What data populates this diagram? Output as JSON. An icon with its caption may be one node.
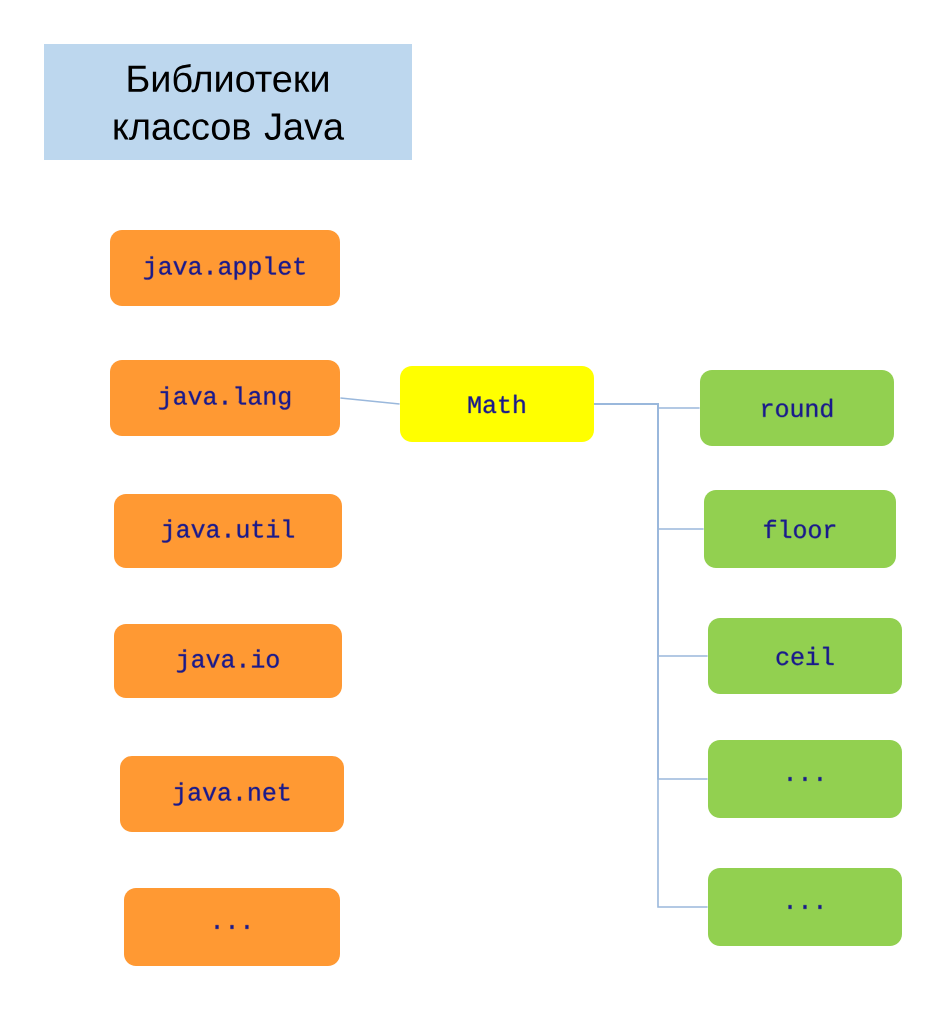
{
  "diagram": {
    "nodes": [
      {
        "text": [
          "Библиотеки классов Java"
        ]
      },
      {
        "text": [
          "java.applet"
        ]
      },
      {
        "text": [
          "java.lang"
        ]
      },
      {
        "text": [
          "java.util"
        ]
      },
      {
        "text": [
          "java.io"
        ]
      },
      {
        "text": [
          "java.net"
        ]
      },
      {
        "text": [
          "..."
        ]
      },
      {
        "text": [
          "Math"
        ]
      },
      {
        "text": [
          "round"
        ]
      },
      {
        "text": [
          "floor"
        ]
      },
      {
        "text": [
          "ceil"
        ]
      },
      {
        "text": [
          "..."
        ]
      },
      {
        "text": [
          "..."
        ]
      }
    ],
    "edges": [
      {
        "from": 2,
        "to": 7,
        "arrow": "none"
      },
      {
        "from": 7,
        "to": 8,
        "arrow": "none"
      },
      {
        "from": 7,
        "to": 9,
        "arrow": "none"
      },
      {
        "from": 7,
        "to": 10,
        "arrow": "none"
      },
      {
        "from": 7,
        "to": 11,
        "arrow": "none"
      },
      {
        "from": 7,
        "to": 12,
        "arrow": "none"
      }
    ]
  }
}
